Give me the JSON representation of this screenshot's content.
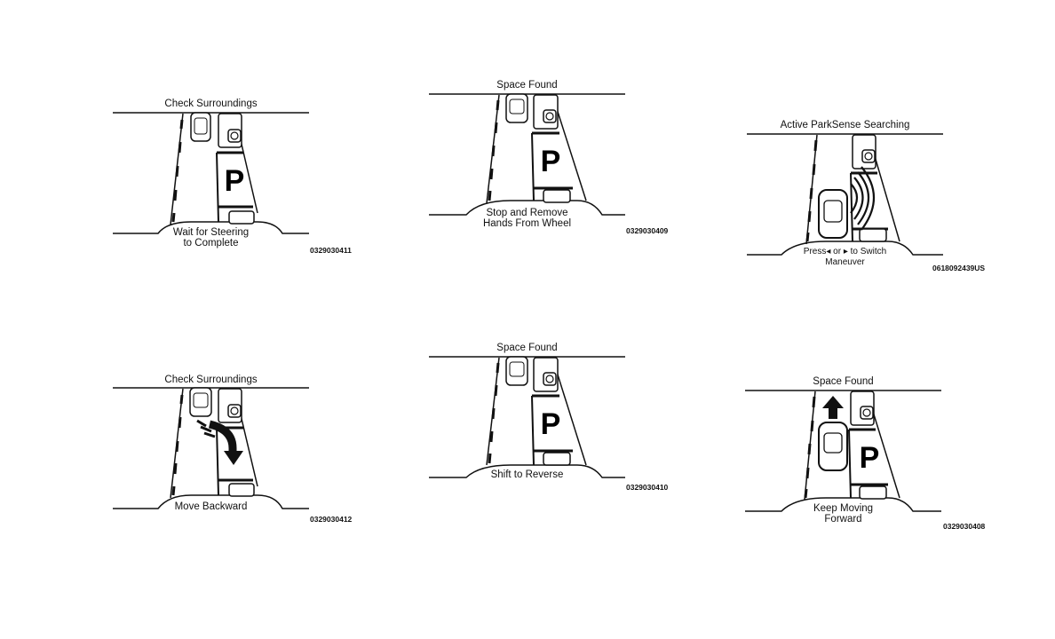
{
  "panels": [
    {
      "title": "Check Surroundings",
      "caption": [
        "Wait for Steering",
        "to Complete"
      ],
      "code": "0329030411"
    },
    {
      "title": "Space Found",
      "caption": [
        "Stop and Remove",
        "Hands From Wheel"
      ],
      "code": "0329030409"
    },
    {
      "title": "Active ParkSense Searching",
      "caption": [
        "Press◂ or ▸ to Switch",
        "Maneuver"
      ],
      "code": "0618092439US"
    },
    {
      "title": "Check Surroundings",
      "caption": [
        "Move Backward"
      ],
      "code": "0329030412"
    },
    {
      "title": "Space Found",
      "caption": [
        "Shift to Reverse"
      ],
      "code": "0329030410"
    },
    {
      "title": "Space Found",
      "caption": [
        "Keep Moving",
        "Forward"
      ],
      "code": "0329030408"
    }
  ],
  "parking_sign": "P"
}
